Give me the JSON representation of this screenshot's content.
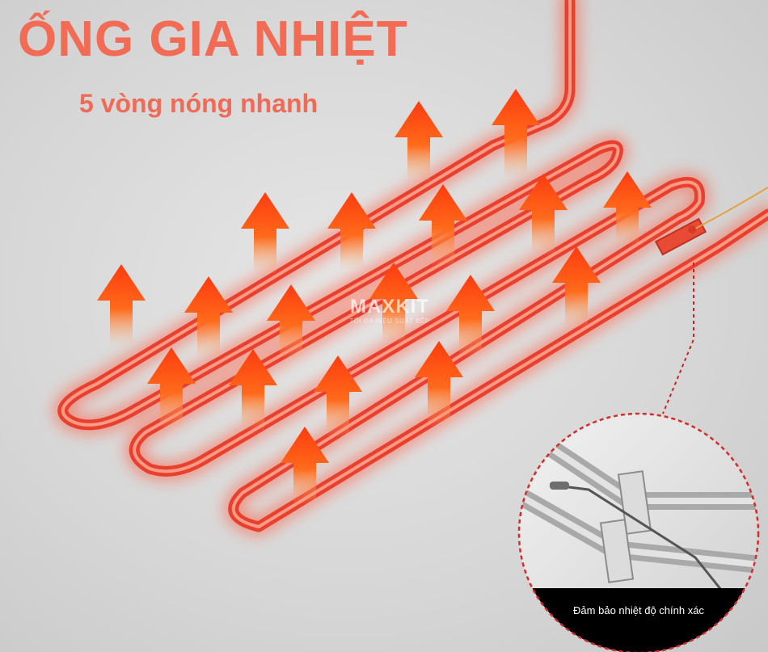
{
  "title": "ỐNG GIA NHIỆT",
  "subtitle": "5 vòng nóng nhanh",
  "watermark": {
    "brand": "MAXKIT",
    "tagline": "TỐI ĐA HIỆU SUẤT BẾP"
  },
  "inset": {
    "caption": "Đảm bảo nhiệt độ chính xác"
  },
  "colors": {
    "title": "#f26b55",
    "tube": "#f05a4a",
    "arrow": "#ff4a12",
    "inset_border": "#d42b2b"
  },
  "heating_coil": {
    "loops": 5
  }
}
